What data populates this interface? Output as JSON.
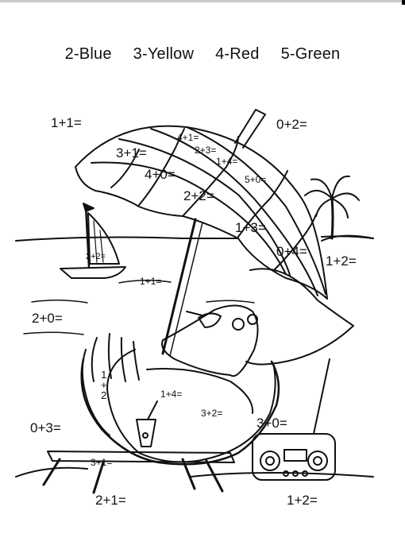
{
  "legend": {
    "item_1": "2-Blue",
    "item_2": "3-Yellow",
    "item_3": "4-Red",
    "item_4": "5-Green"
  },
  "equations": {
    "top_left": "1+1=",
    "top_right": "0+2=",
    "umbrella_a": "4+1=",
    "umbrella_b": "2+3=",
    "umbrella_c": "3+1=",
    "umbrella_d": "1+4=",
    "umbrella_e": "4+0=",
    "umbrella_f": "5+0=",
    "umbrella_g": "2+2=",
    "umbrella_h": "1+3=",
    "umbrella_i": "0+4=",
    "sail": "2+2=",
    "right_mid": "1+2=",
    "sea": "1+1=",
    "left_mid": "2+0=",
    "feather_top": "1",
    "feather_mid": "+",
    "feather_bot": "2",
    "glass": "1+4=",
    "penguin_body": "3+2=",
    "radio_top": "3+0=",
    "left_low": "0+3=",
    "chair": "3+1=",
    "bottom_left": "2+1=",
    "bottom_right": "1+2="
  }
}
